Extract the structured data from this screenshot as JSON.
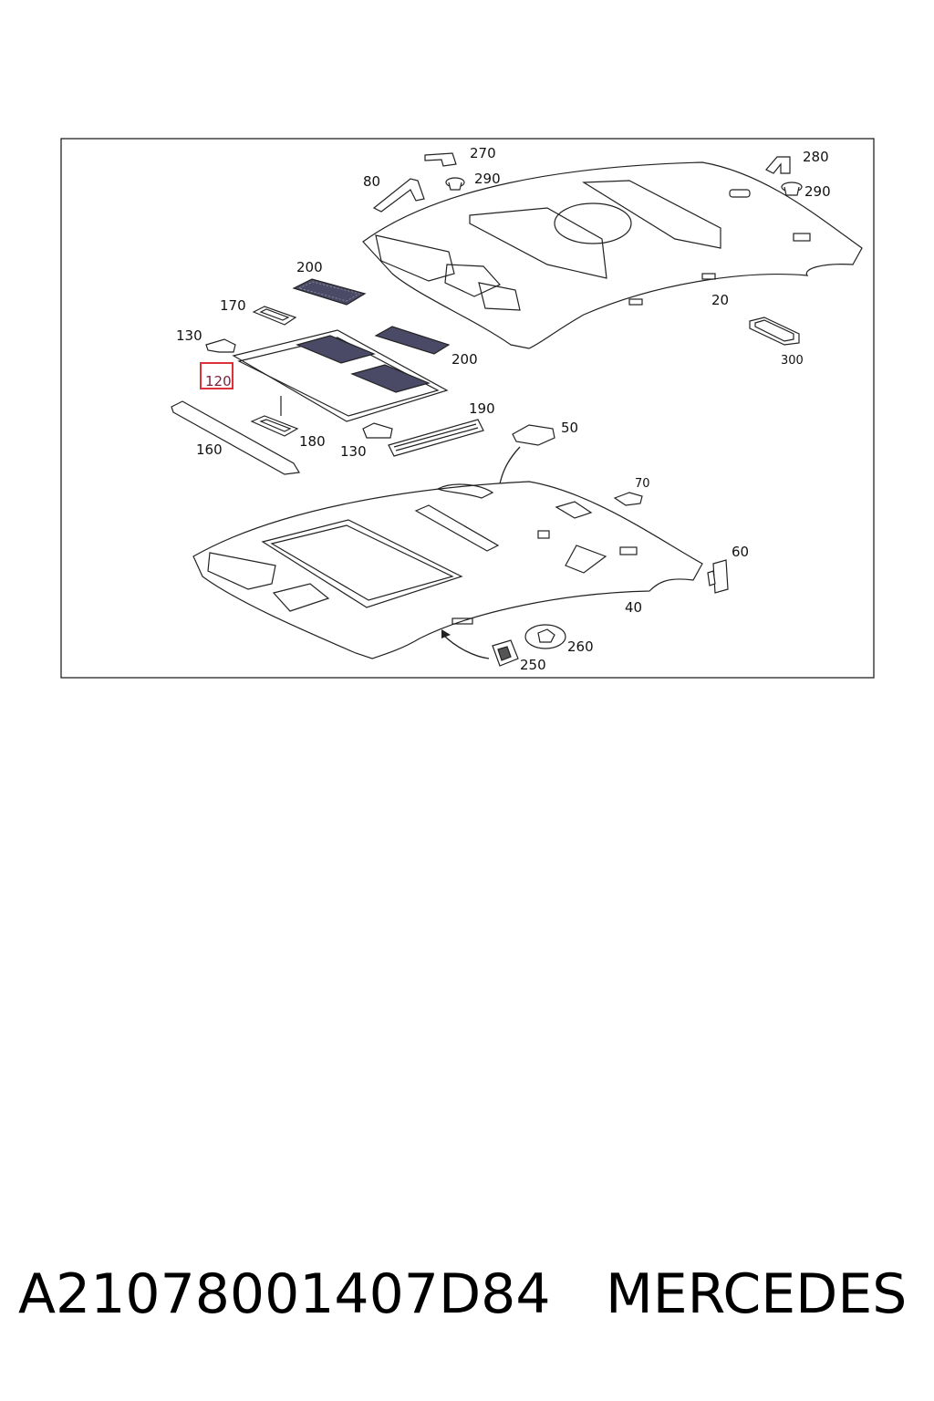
{
  "diagram": {
    "callouts": {
      "c270": "270",
      "c290a": "290",
      "c280": "280",
      "c290b": "290",
      "c80": "80",
      "c200a": "200",
      "c170": "170",
      "c130a": "130",
      "c120": "120",
      "c200b": "200",
      "c20": "20",
      "c300": "300",
      "c190": "190",
      "c50": "50",
      "c160": "160",
      "c180": "180",
      "c130b": "130",
      "c70": "70",
      "c60": "60",
      "c40": "40",
      "c260": "260",
      "c250": "250"
    },
    "highlighted_part": "120",
    "highlight_color": "#e0303a"
  },
  "footer": {
    "part_number": "A21078001407D84",
    "brand": "MERCEDES"
  }
}
